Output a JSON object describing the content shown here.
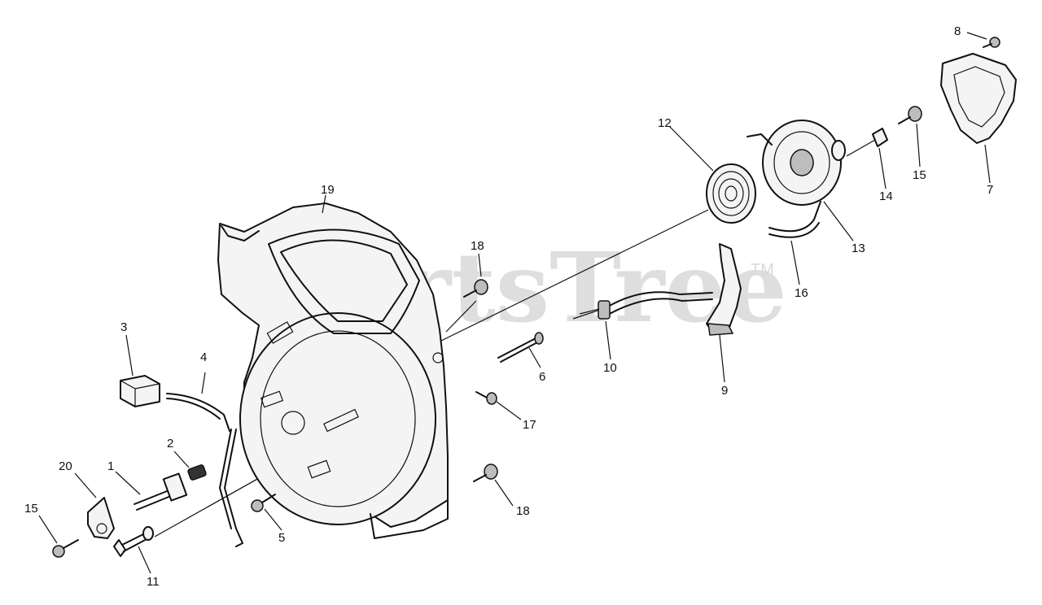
{
  "watermark": {
    "text": "PartsTree",
    "trademark": "TM"
  },
  "callouts": {
    "c1": "1",
    "c2": "2",
    "c3": "3",
    "c4": "4",
    "c5": "5",
    "c6": "6",
    "c7": "7",
    "c8": "8",
    "c9": "9",
    "c10": "10",
    "c11": "11",
    "c12": "12",
    "c13": "13",
    "c14": "14",
    "c15a": "15",
    "c15b": "15",
    "c16": "16",
    "c17": "17",
    "c18a": "18",
    "c18b": "18",
    "c19": "19",
    "c20": "20"
  }
}
